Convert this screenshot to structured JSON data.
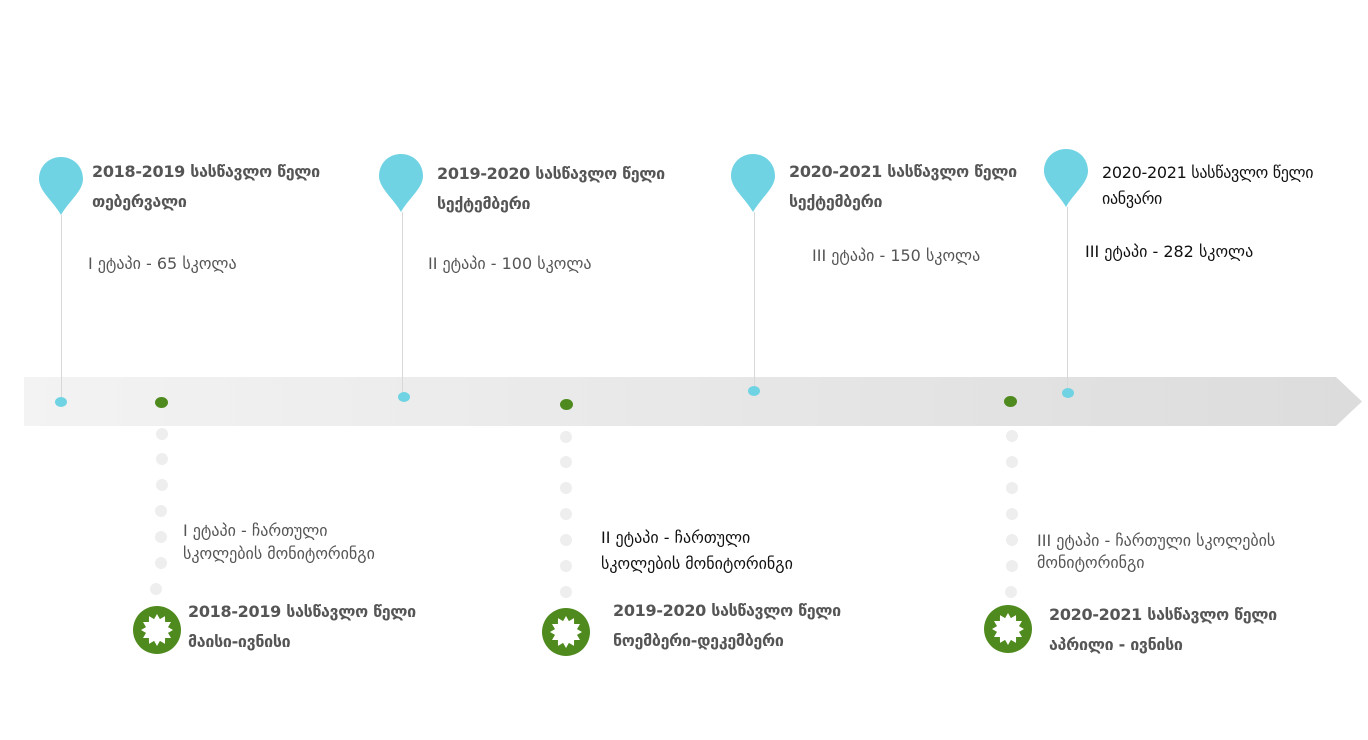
{
  "colors": {
    "pin": "#6fd3e3",
    "green": "#4f8a1e",
    "bar": "#ececec",
    "text": "#555555"
  },
  "top_events": [
    {
      "title": "2018-2019 სასწავლო წელი",
      "period": "თებერვალი",
      "stage": "I ეტაპი - 65 სკოლა"
    },
    {
      "title": "2019-2020 სასწავლო წელი",
      "period": "სექტემბერი",
      "stage": "II ეტაპი - 100 სკოლა"
    },
    {
      "title": "2020-2021 სასწავლო წელი",
      "period": "სექტემბერი",
      "stage": "III ეტაპი - 150 სკოლა"
    },
    {
      "title": "2020-2021 სასწავლო წელი",
      "period": "იანვარი",
      "stage": "III ეტაპი - 282 სკოლა"
    }
  ],
  "bottom_events": [
    {
      "stage_line1": "I ეტაპი - ჩართული",
      "stage_line2": "სკოლების მონიტორინგი",
      "title": "2018-2019 სასწავლო წელი",
      "period": "მაისი-ივნისი"
    },
    {
      "stage_line1": "II ეტაპი - ჩართული",
      "stage_line2": "სკოლების მონიტორინგი",
      "title": "2019-2020 სასწავლო წელი",
      "period": "ნოემბერი-დეკემბერი"
    },
    {
      "stage_line1": "III ეტაპი - ჩართული სკოლების",
      "stage_line2": "მონიტორინგი",
      "title": "2020-2021 სასწავლო წელი",
      "period": "აპრილი - ივნისი"
    }
  ]
}
